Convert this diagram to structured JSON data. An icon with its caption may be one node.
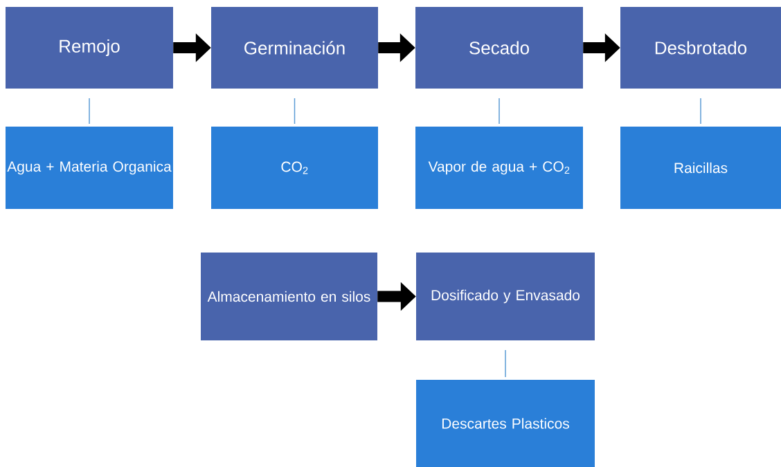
{
  "diagram": {
    "nodes": [
      {
        "text": [
          "Remojo"
        ]
      },
      {
        "text": [
          "Germinación"
        ]
      },
      {
        "text": [
          "Secado"
        ]
      },
      {
        "text": [
          "Desbrotado"
        ]
      },
      {
        "text": [
          "Agua + Materia Organica"
        ]
      },
      {
        "text": [
          "CO$_{2}$"
        ]
      },
      {
        "text": [
          "Vapor de agua + CO$_{2}$"
        ]
      },
      {
        "text": [
          "Raicillas"
        ]
      },
      {
        "text": [
          "Almacenamiento en silos"
        ]
      },
      {
        "text": [
          "Dosificado y Envasado"
        ]
      },
      {
        "text": [
          "Descartes Plasticos"
        ]
      }
    ],
    "edges": [
      {
        "from": 0,
        "to": 1,
        "arrow": "to",
        "style": "thick",
        "color": "#000000"
      },
      {
        "from": 1,
        "to": 2,
        "arrow": "to",
        "style": "thick",
        "color": "#000000"
      },
      {
        "from": 2,
        "to": 3,
        "arrow": "to",
        "style": "thick",
        "color": "#000000"
      },
      {
        "from": 0,
        "to": 4,
        "arrow": "none"
      },
      {
        "from": 1,
        "to": 5,
        "arrow": "none"
      },
      {
        "from": 2,
        "to": 6,
        "arrow": "none"
      },
      {
        "from": 3,
        "to": 7,
        "arrow": "none"
      },
      {
        "from": 8,
        "to": 9,
        "arrow": "to",
        "style": "thick",
        "color": "#000000"
      },
      {
        "from": 9,
        "to": 10,
        "arrow": "none"
      }
    ]
  }
}
